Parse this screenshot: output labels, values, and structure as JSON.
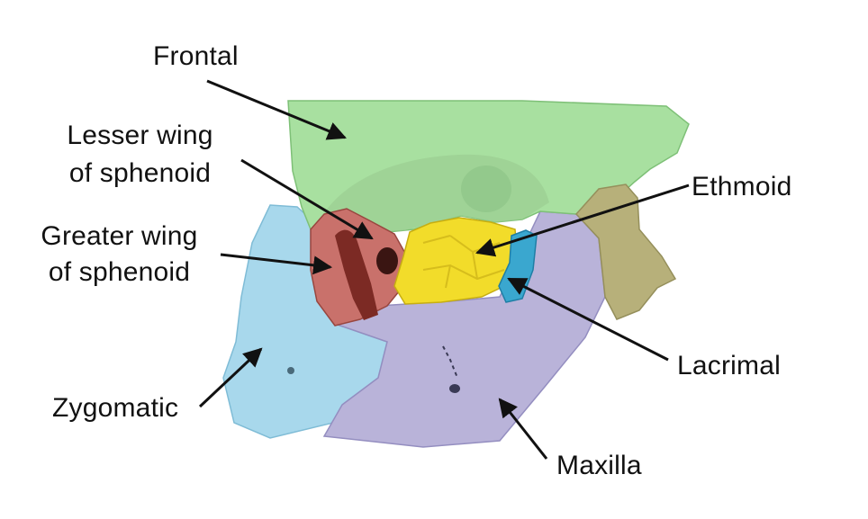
{
  "labels": {
    "frontal": "Frontal",
    "lesser_wing": [
      "Lesser wing",
      "of sphenoid"
    ],
    "greater_wing": [
      "Greater wing",
      "of sphenoid"
    ],
    "ethmoid": "Ethmoid",
    "lacrimal": "Lacrimal",
    "zygomatic": "Zygomatic",
    "maxilla": "Maxilla"
  },
  "bone_colors": {
    "frontal": "#a8e0a0",
    "sphenoid_lesser_wing": "#8c3a32",
    "sphenoid_greater_wing": "#c9716b",
    "ethmoid": "#f2dc2a",
    "lacrimal": "#3aa7cf",
    "zygomatic": "#a8d8ec",
    "maxilla": "#b9b3d9",
    "nasal": "#b7b07a"
  },
  "icons": {
    "arrow": "arrow-icon",
    "skull": "orbit-illustration"
  }
}
